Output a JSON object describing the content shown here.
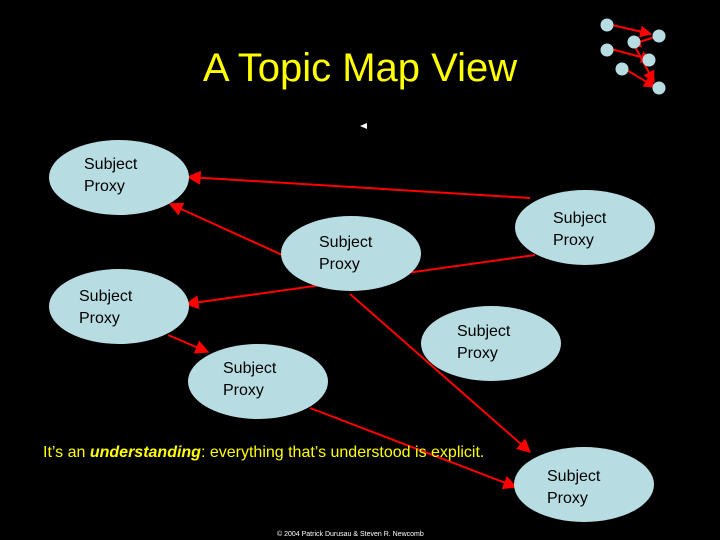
{
  "slide": {
    "title": "A Topic Map View",
    "caption_pre": "It’s an ",
    "caption_em": "understanding",
    "caption_post": ": everything that’s understood is explicit.",
    "copyright": "© 2004 Patrick Durusau & Steven R. Newcomb"
  },
  "nodes": [
    {
      "line1": "Subject",
      "line2": "Proxy"
    },
    {
      "line1": "Subject",
      "line2": "Proxy"
    },
    {
      "line1": "Subject",
      "line2": "Proxy"
    },
    {
      "line1": "Subject",
      "line2": "Proxy"
    },
    {
      "line1": "Subject",
      "line2": "Proxy"
    },
    {
      "line1": "Subject",
      "line2": "Proxy"
    },
    {
      "line1": "Subject",
      "line2": "Proxy"
    }
  ],
  "colors": {
    "background": "#000000",
    "title": "#ffff00",
    "node_fill": "#b7dde3",
    "arrow": "#ff0000",
    "logo_dot": "#b7dde3"
  },
  "icons": {
    "logo": "topic-map-logo-icon",
    "pointer": "pointer-triangle-icon"
  }
}
